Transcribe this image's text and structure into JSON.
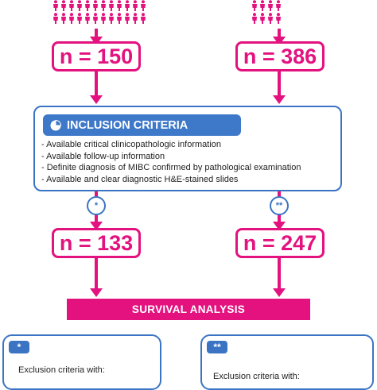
{
  "colors": {
    "magenta": "#e3127f",
    "blue": "#3b74c3"
  },
  "left": {
    "count": "n = 150",
    "after": "n = 133",
    "marker": "*"
  },
  "right": {
    "count": "n = 386",
    "after": "n = 247",
    "marker": "**"
  },
  "inclusion": {
    "icon": "pie-chart-icon",
    "title": "INCLUSION CRITERIA",
    "items": [
      "- Available critical clinicopathologic information",
      "- Available follow-up information",
      "- Definite diagnosis of MIBC confirmed by pathological examination",
      "- Available and clear diagnostic H&E-stained slides"
    ]
  },
  "survival": "SURVIVAL ANALYSIS",
  "exclusion": {
    "left": {
      "marker": "*",
      "text": "Exclusion criteria with:"
    },
    "right": {
      "marker": "**",
      "text": "Exclusion criteria with:"
    }
  }
}
